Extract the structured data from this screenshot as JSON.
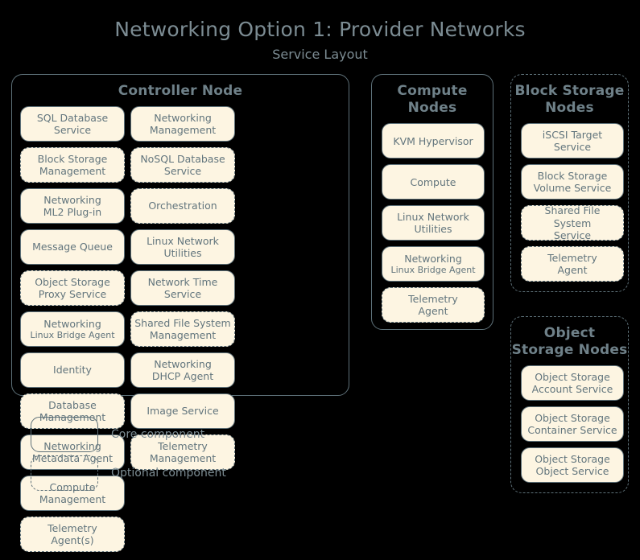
{
  "header": {
    "title": "Networking Option 1: Provider Networks",
    "subtitle": "Service Layout"
  },
  "colors": {
    "background": "#000000",
    "box_fill": "#fdf5e2",
    "border": "#5e7179",
    "text": "#62757d",
    "heading": "#6f8189",
    "title": "#7c8c93"
  },
  "controller_node": {
    "title": "Controller Node",
    "optional": false,
    "columns": [
      [
        {
          "line1": "SQL Database",
          "line2": "Service",
          "optional": false
        },
        {
          "line1": "NoSQL Database",
          "line2": "Service",
          "optional": true
        },
        {
          "line1": "Message Queue",
          "line2": "",
          "optional": false
        },
        {
          "line1": "Network Time",
          "line2": "Service",
          "optional": false
        },
        {
          "line1": "Identity",
          "line2": "",
          "optional": false
        },
        {
          "line1": "Image Service",
          "line2": "",
          "optional": false
        },
        {
          "line1": "Compute",
          "line2": "Management",
          "optional": false
        }
      ],
      [
        {
          "line1": "Networking",
          "line2": "Management",
          "optional": false
        },
        {
          "line1": "Networking",
          "line2": "ML2 Plug-in",
          "optional": false
        },
        {
          "line1": "Linux Network",
          "line2": "Utilities",
          "optional": false
        },
        {
          "line1": "Networking",
          "line2": "Linux Bridge Agent",
          "optional": false,
          "small_sub": true
        },
        {
          "line1": "Networking",
          "line2": "DHCP Agent",
          "optional": false
        },
        {
          "line1": "Networking",
          "line2": "Metadata Agent",
          "optional": false
        },
        {
          "line1": "",
          "line2": "",
          "empty": true
        }
      ],
      [
        {
          "line1": "Block Storage",
          "line2": "Management",
          "optional": true
        },
        {
          "line1": "Orchestration",
          "line2": "",
          "optional": true
        },
        {
          "line1": "Object Storage",
          "line2": "Proxy Service",
          "optional": true
        },
        {
          "line1": "Shared File System",
          "line2": "Management",
          "optional": true
        },
        {
          "line1": "Database",
          "line2": "Management",
          "optional": true
        },
        {
          "line1": "Telemetry",
          "line2": "Management",
          "optional": true
        },
        {
          "line1": "Telemetry",
          "line2": "Agent(s)",
          "optional": true
        }
      ]
    ]
  },
  "compute_nodes": {
    "title": "Compute Nodes",
    "optional": false,
    "services": [
      {
        "line1": "KVM Hypervisor",
        "line2": "",
        "optional": false
      },
      {
        "line1": "Compute",
        "line2": "",
        "optional": false
      },
      {
        "line1": "Linux Network",
        "line2": "Utilities",
        "optional": false
      },
      {
        "line1": "Networking",
        "line2": "Linux Bridge Agent",
        "optional": false,
        "small_sub": true
      },
      {
        "line1": "Telemetry",
        "line2": "Agent",
        "optional": true
      }
    ]
  },
  "block_storage_nodes": {
    "title": "Block Storage Nodes",
    "optional": true,
    "services": [
      {
        "line1": "iSCSI Target",
        "line2": "Service",
        "optional": false
      },
      {
        "line1": "Block Storage",
        "line2": "Volume Service",
        "optional": false
      },
      {
        "line1": "Shared File System",
        "line2": "Service",
        "optional": true
      },
      {
        "line1": "Telemetry",
        "line2": "Agent",
        "optional": true
      }
    ]
  },
  "object_storage_nodes": {
    "title": "Object Storage Nodes",
    "optional": true,
    "services": [
      {
        "line1": "Object Storage",
        "line2": "Account Service",
        "optional": false
      },
      {
        "line1": "Object Storage",
        "line2": "Container Service",
        "optional": false
      },
      {
        "line1": "Object Storage",
        "line2": "Object Service",
        "optional": false
      }
    ]
  },
  "legend": {
    "items": [
      {
        "label": "Core component",
        "optional": false
      },
      {
        "label": "Optional component",
        "optional": true
      }
    ]
  }
}
